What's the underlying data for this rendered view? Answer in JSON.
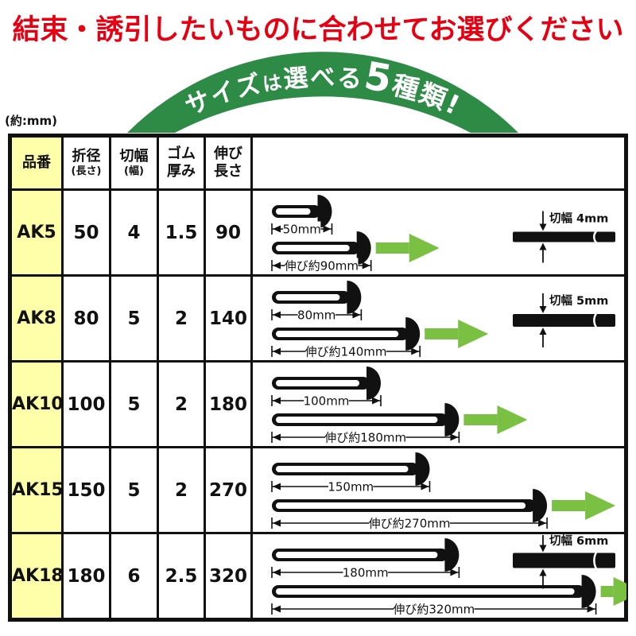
{
  "banner": {
    "title": "結束・誘引したいものに合わせてお選びください"
  },
  "arc": {
    "full_text": "サイズは選べる5種類!",
    "segments": [
      {
        "text": "サイズ",
        "size": 31
      },
      {
        "text": "は",
        "size": 24
      },
      {
        "text": "選べる",
        "size": 31
      },
      {
        "text": "5",
        "size": 48
      },
      {
        "text": "種類",
        "size": 33
      },
      {
        "text": "!",
        "size": 33
      }
    ]
  },
  "unit_note": "(約:mm)",
  "colors": {
    "red": "#e60012",
    "green": "#2e8b46",
    "arrow_green": "#7ac143",
    "yellow": "#ffffaa",
    "ink": "#111111"
  },
  "table": {
    "columns": [
      {
        "line1": "品番",
        "line2": "",
        "small2": false
      },
      {
        "line1": "折径",
        "line2": "(長さ)",
        "small2": true
      },
      {
        "line1": "切幅",
        "line2": "(幅)",
        "small2": true
      },
      {
        "line1": "ゴム",
        "line2": "厚み",
        "small2": false
      },
      {
        "line1": "伸び",
        "line2": "長さ",
        "small2": false
      },
      {
        "line1": "",
        "line2": "",
        "small2": false
      }
    ],
    "rows": [
      {
        "id": "AK5",
        "fold": "50",
        "cut": "4",
        "thickness": "1.5",
        "stretch": "90",
        "fold_mm": 50,
        "stretch_mm": 90,
        "fold_label": "50mm",
        "stretch_label": "伸び約90mm",
        "cross_section": {
          "label": "切幅 4mm",
          "mm": 4,
          "y": 58
        }
      },
      {
        "id": "AK8",
        "fold": "80",
        "cut": "5",
        "thickness": "2",
        "stretch": "140",
        "fold_mm": 80,
        "stretch_mm": 140,
        "fold_label": "80mm",
        "stretch_label": "伸び約140mm",
        "cross_section": {
          "label": "切幅 5mm",
          "mm": 5,
          "y": 55
        }
      },
      {
        "id": "AK10",
        "fold": "100",
        "cut": "5",
        "thickness": "2",
        "stretch": "180",
        "fold_mm": 100,
        "stretch_mm": 180,
        "fold_label": "100mm",
        "stretch_label": "伸び約180mm",
        "cross_section": null
      },
      {
        "id": "AK15",
        "fold": "150",
        "cut": "5",
        "thickness": "2",
        "stretch": "270",
        "fold_mm": 150,
        "stretch_mm": 270,
        "fold_label": "150mm",
        "stretch_label": "伸び約270mm",
        "cross_section": null
      },
      {
        "id": "AK18",
        "fold": "180",
        "cut": "6",
        "thickness": "2.5",
        "stretch": "320",
        "fold_mm": 180,
        "stretch_mm": 320,
        "fold_label": "180mm",
        "stretch_label": "伸び約320mm",
        "cross_section": {
          "label": "切幅 6mm",
          "mm": 6,
          "y": 33
        }
      }
    ]
  }
}
